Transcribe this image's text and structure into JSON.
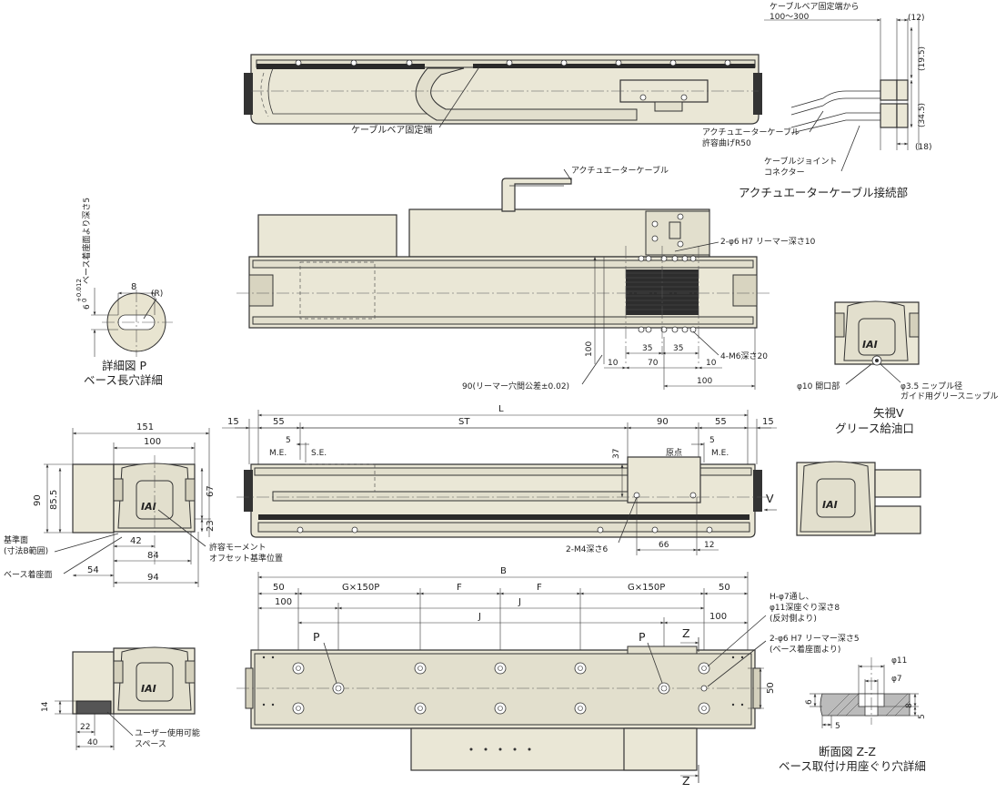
{
  "top_view": {
    "cable_carrier_fixed_end": "ケーブルベア固定端"
  },
  "cable_connection": {
    "from_fixed_end_line1": "ケーブルベア固定端から",
    "from_fixed_end_line2": "100～300",
    "dim_12": "(12)",
    "dim_19_5": "(19.5)",
    "dim_34_5": "(34.5)",
    "dim_18": "(18)",
    "actuator_cable_line1": "アクチュエーターケーブル",
    "actuator_cable_line2": "許容曲げR50",
    "joint_connector_line1": "ケーブルジョイント",
    "joint_connector_line2": "コネクター",
    "title": "アクチュエーターケーブル接続部"
  },
  "detail_p": {
    "depth_note": "ベース着座面より深さ5",
    "dim_6": "6",
    "tol": "+0.012",
    "tol0": "0",
    "dim_8": "8",
    "radius": "(R)",
    "title1": "詳細図 P",
    "title2": "ベース長穴詳細"
  },
  "plan_view": {
    "actuator_cable": "アクチュエーターケーブル",
    "reamer_note": "2-φ6 H7 リーマー深さ10",
    "tap_note": "4-M6深さ20",
    "dim_100v": "100",
    "dim_35a": "35",
    "dim_35b": "35",
    "dim_10a": "10",
    "dim_70": "70",
    "dim_10b": "10",
    "dim_100h": "100",
    "reamer_pitch": "90(リーマー穴間公差±0.02)"
  },
  "view_v": {
    "hole_label": "φ10 開口部",
    "nipple_line1": "φ3.5 ニップル径",
    "nipple_line2": "ガイド用グリースニップル",
    "title1": "矢視V",
    "title2": "グリース給油口",
    "logo": "IAI"
  },
  "end_view": {
    "dim_151": "151",
    "dim_100": "100",
    "dim_90": "90",
    "dim_85_5": "85.5",
    "dim_67": "67",
    "dim_23": "23",
    "dim_42": "42",
    "dim_84": "84",
    "dim_54": "54",
    "dim_94": "94",
    "ref_plane1": "基準面",
    "ref_plane2": "(寸法B範囲)",
    "base_seat": "ベース着座面",
    "moment1": "許容モーメント",
    "moment2": "オフセット基準位置",
    "logo": "IAI"
  },
  "side_view": {
    "dim_L": "L",
    "dim_15a": "15",
    "dim_55a": "55",
    "dim_ST": "ST",
    "dim_90": "90",
    "dim_55b": "55",
    "dim_15b": "15",
    "dim_5a": "5",
    "dim_5b": "5",
    "me_left": "M.E.",
    "se_left": "S.E.",
    "origin": "原点",
    "me_right": "M.E.",
    "dim_37": "37",
    "arrow_v": "V",
    "m4_note": "2-M4深さ6",
    "dim_66": "66",
    "dim_12": "12"
  },
  "bottom_view": {
    "dim_B": "B",
    "dim_50a": "50",
    "dim_g150a": "G×150P",
    "dim_Fa": "F",
    "dim_Fb": "F",
    "dim_g150b": "G×150P",
    "dim_50b": "50",
    "dim_100a": "100",
    "dim_Ja": "J",
    "dim_Jb": "J",
    "dim_100b": "100",
    "p_left": "P",
    "p_right": "P",
    "z_top": "Z",
    "z_bottom": "Z",
    "dim_50v": "50",
    "h_note1": "H-φ7通し、",
    "h_note2": "φ11深座ぐり深さ8",
    "h_note3": "(反対側より)",
    "reamer1": "2-φ6 H7 リーマー深さ5",
    "reamer2": "(ベース着座面より)"
  },
  "user_space": {
    "dim_14": "14",
    "dim_22": "22",
    "dim_40": "40",
    "label1": "ユーザー使用可能",
    "label2": "スペース",
    "logo": "IAI"
  },
  "section_zz": {
    "dim_11": "φ11",
    "dim_7": "φ7",
    "dim_6": "6",
    "dim_8": "8",
    "dim_5h": "5",
    "dim_5v": "5",
    "title1": "断面図 Z-Z",
    "title2": "ベース取付け用座ぐり穴詳細"
  }
}
